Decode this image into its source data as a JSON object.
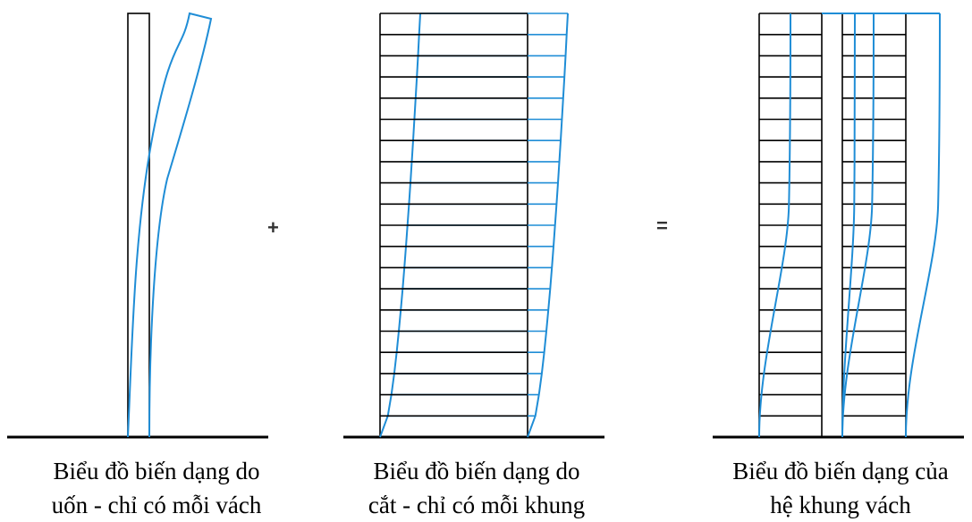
{
  "colors": {
    "structure": "#000000",
    "deformed": "#1f8dd6",
    "ground": "#000000"
  },
  "panels": [
    {
      "id": "bending",
      "caption_line1": "Biểu đồ biến dạng do",
      "caption_line2": "uốn - chỉ có mỗi vách"
    },
    {
      "id": "shear",
      "caption_line1": "Biểu đồ biến dạng do",
      "caption_line2": "cắt - chỉ có mỗi khung"
    },
    {
      "id": "combined",
      "caption_line1": "Biểu đồ biến dạng của",
      "caption_line2": "hệ khung vách"
    }
  ],
  "operators": {
    "plus": "+",
    "equals": "="
  },
  "stories": 20
}
